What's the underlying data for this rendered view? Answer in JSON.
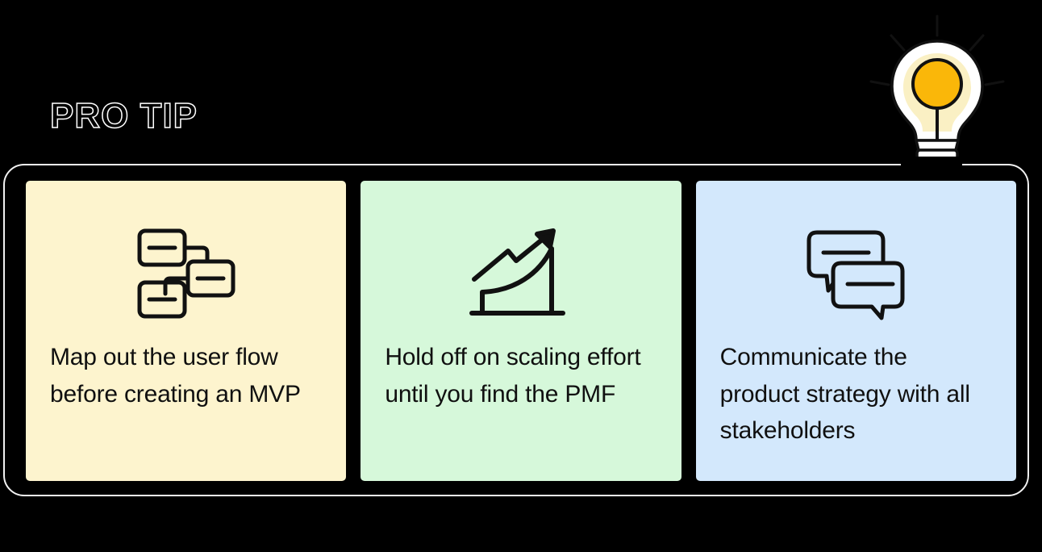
{
  "heading": {
    "label": "PRO TIP"
  },
  "decoration": {
    "bulb_icon": "lightbulb-icon",
    "bulb_colors": {
      "glass": "#ffffff",
      "glow": "#faf0c4",
      "filament": "#fab709",
      "outline": "#111111"
    }
  },
  "colors": {
    "background": "#000000",
    "frame_border": "#f2f2f2",
    "card_cream": "#fdf4ce",
    "card_mint": "#d6f8da",
    "card_blue": "#d3e8fc",
    "text": "#101010"
  },
  "cards": [
    {
      "icon": "flowchart-icon",
      "background": "#fdf4ce",
      "text": "Map out the user flow before creating an MVP"
    },
    {
      "icon": "growth-chart-icon",
      "background": "#d6f8da",
      "text": "Hold off on scaling effort until you find the PMF"
    },
    {
      "icon": "chat-bubbles-icon",
      "background": "#d3e8fc",
      "text": "Communicate the product strategy with all stakeholders"
    }
  ]
}
